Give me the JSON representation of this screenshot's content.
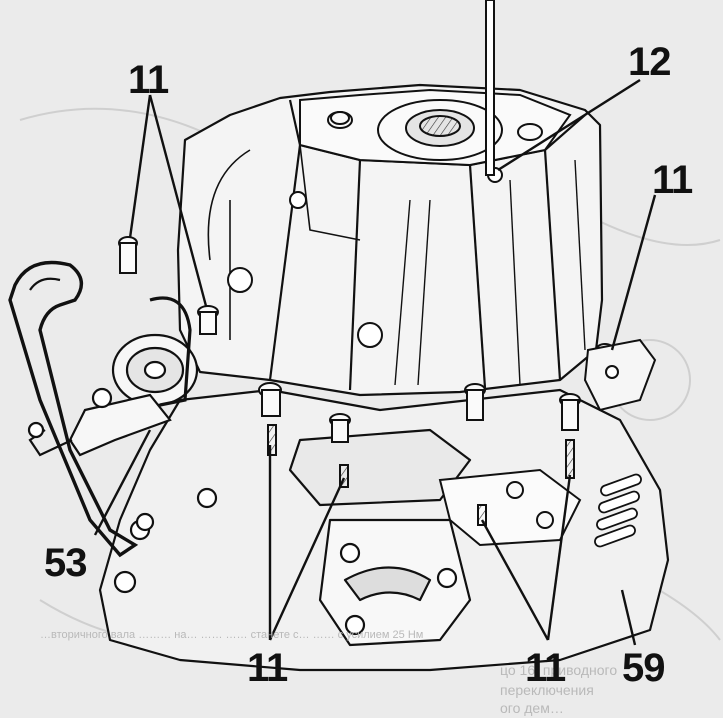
{
  "figure": {
    "callouts": [
      {
        "id": "c-11-top-left",
        "label": "11"
      },
      {
        "id": "c-12-top-right",
        "label": "12"
      },
      {
        "id": "c-11-right",
        "label": "11"
      },
      {
        "id": "c-53",
        "label": "53"
      },
      {
        "id": "c-11-bottom-center",
        "label": "11"
      },
      {
        "id": "c-11-bottom-right",
        "label": "11"
      },
      {
        "id": "c-59",
        "label": "59"
      }
    ],
    "background_text": {
      "line1": "…вторичного вала ……… на… …… …… станете с… …… с усилием 25 Нм",
      "line2": "цо 16, приводного",
      "line3": "переключения",
      "line4": "ого дем…"
    }
  }
}
